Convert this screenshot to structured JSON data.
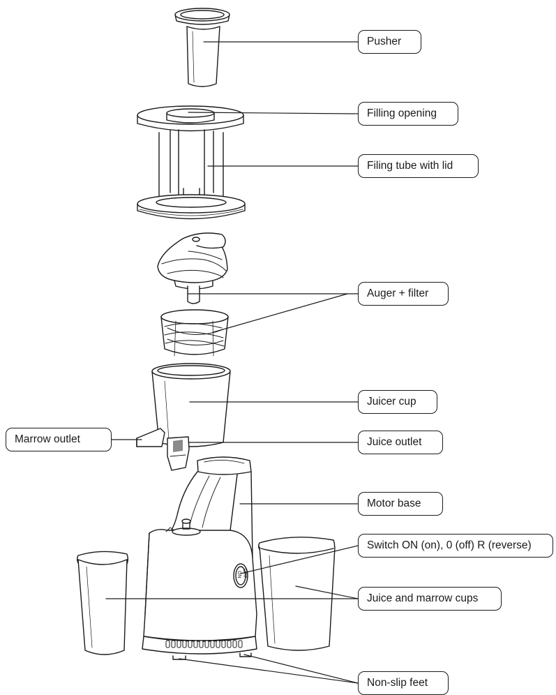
{
  "labels": {
    "pusher": "Pusher",
    "filling_opening": "Filling opening",
    "filling_tube": "Filing tube with lid",
    "auger_filter": "Auger + filter",
    "juicer_cup": "Juicer cup",
    "marrow_outlet": "Marrow outlet",
    "juice_outlet": "Juice outlet",
    "motor_base": "Motor base",
    "switch": "Switch ON (on), 0 (off) R (reverse)",
    "juice_marrow_cups": "Juice and marrow cups",
    "non_slip_feet": "Non-slip feet"
  },
  "switch_text": {
    "on": "ON",
    "off": "OFF"
  },
  "colors": {
    "line": "#1a1a1a",
    "shade": "#bdbdbd",
    "dark_shade": "#8a8a8a"
  }
}
